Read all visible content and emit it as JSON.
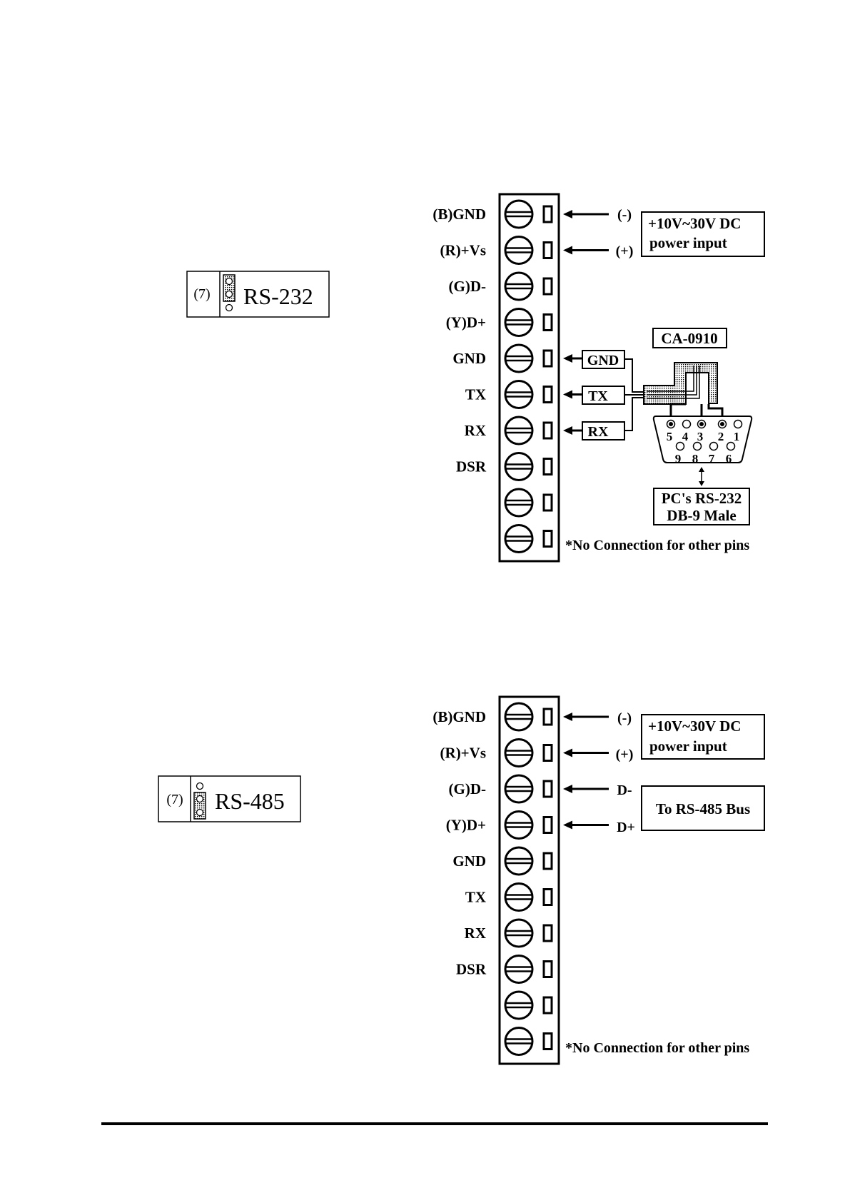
{
  "jumper_rs232": {
    "number": "(7)",
    "label": "RS-232"
  },
  "jumper_rs485": {
    "number": "(7)",
    "label": "RS-485"
  },
  "pin_labels": [
    "(B)GND",
    "(R)+Vs",
    "(G)D-",
    "(Y)D+",
    "GND",
    "TX",
    "RX",
    "DSR",
    "",
    ""
  ],
  "power": {
    "minus": "(-)",
    "plus": "(+)",
    "line1": "+10V~30V DC",
    "line2": "power input"
  },
  "rs232": {
    "cable": "CA-0910",
    "wires": [
      "GND",
      "TX",
      "RX"
    ],
    "db9_top_pins": [
      "5",
      "4",
      "3",
      "2",
      "1"
    ],
    "db9_bottom_pins": [
      "9",
      "8",
      "7",
      "6"
    ],
    "pc_line1": "PC's RS-232",
    "pc_line2": "DB-9 Male",
    "note": "*No Connection for other pins"
  },
  "rs485": {
    "d_minus": "D-",
    "d_plus": "D+",
    "bus_label": "To RS-485 Bus",
    "note": "*No Connection for other pins"
  }
}
